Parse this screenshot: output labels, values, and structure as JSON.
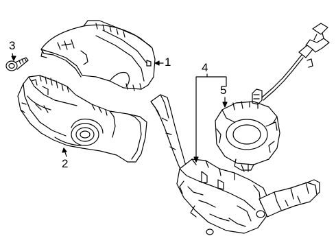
{
  "callouts": {
    "upper_shroud": "1",
    "lower_shroud": "2",
    "screw": "3",
    "switch_assembly": "4",
    "clock_spring": "5"
  },
  "colors": {
    "line": "#000000",
    "background": "#ffffff",
    "shade": "#e6e6e6"
  }
}
